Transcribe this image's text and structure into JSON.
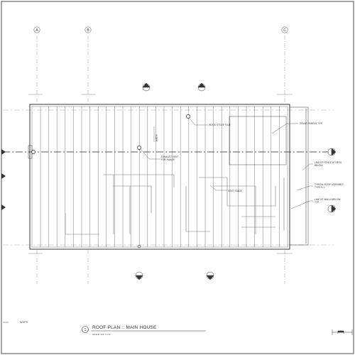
{
  "drawing": {
    "title": "ROOF PLAN :: MAIN HOUSE",
    "scale": "SCALE: 1/4\" = 1'-0\"",
    "number": "1",
    "north": "NORTH"
  },
  "grid_labels": [
    "A",
    "B",
    "C"
  ],
  "annotations": {
    "solar": "SOLAR PANELS, TYP.",
    "wood_stove": "WOOD STOVE FLUE",
    "slope": "SLOPE",
    "exhaust_1": "EXHAUST VENT",
    "exhaust_2": "FOR RANGE",
    "vent": "VENT STACK",
    "deck_1": "LINE OF FENCE AT DECK,",
    "deck_2": "BELOW",
    "roof_1": "TYPICAL ROOF ASSEMBLY,",
    "roof_2": "TYPE R-1",
    "walls_1": "LINE OF WALLS BELOW,",
    "walls_2": "TYP."
  },
  "colors": {
    "line": "#333333",
    "light": "#8a8a8a",
    "paper": "#ffffff"
  }
}
